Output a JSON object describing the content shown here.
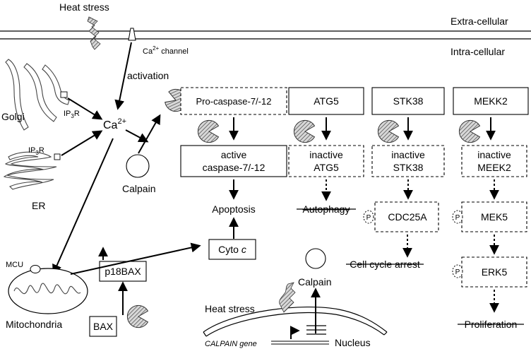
{
  "labels": {
    "heat_stress_top": "Heat stress",
    "extra_cellular": "Extra-cellular",
    "intra_cellular": "Intra-cellular",
    "ca_channel": "Ca",
    "ca_channel_sup": "2+",
    "ca_channel_rest": " channel",
    "activation": "activation",
    "golgi": "Golgi",
    "ip3r": "IP",
    "ip3r_sub": "3",
    "ip3r_r": "R",
    "ca2": "Ca",
    "ca2_sup": "2+",
    "er": "ER",
    "calpain_left": "Calpain",
    "mcu": "MCU",
    "mitochondria": "Mitochondria",
    "heat_stress_bottom": "Heat stress",
    "calpain_bottom": "Calpain",
    "calpain_gene": "CALPAIN gene",
    "nucleus": "Nucleus",
    "p_marker": "P"
  },
  "boxes": {
    "pro_caspase": "Pro-caspase-7/-12",
    "active_caspase_1": "active",
    "active_caspase_2": "caspase-7/-12",
    "apoptosis": "Apoptosis",
    "cyto_c_1": "Cyto ",
    "cyto_c_2": "c",
    "p18bax": "p18BAX",
    "bax": "BAX",
    "atg5": "ATG5",
    "inactive_atg5_1": "inactive",
    "inactive_atg5_2": "ATG5",
    "autophagy": "Autophagy",
    "stk38": "STK38",
    "inactive_stk38_1": "inactive",
    "inactive_stk38_2": "STK38",
    "cdc25a": "CDC25A",
    "cell_cycle_arrest": "Cell cycle arrest",
    "mekk2": "MEKK2",
    "inactive_meek2_1": "inactive",
    "inactive_meek2_2": "MEEK2",
    "mek5": "MEK5",
    "erk5": "ERK5",
    "proliferation": "Proliferation"
  }
}
